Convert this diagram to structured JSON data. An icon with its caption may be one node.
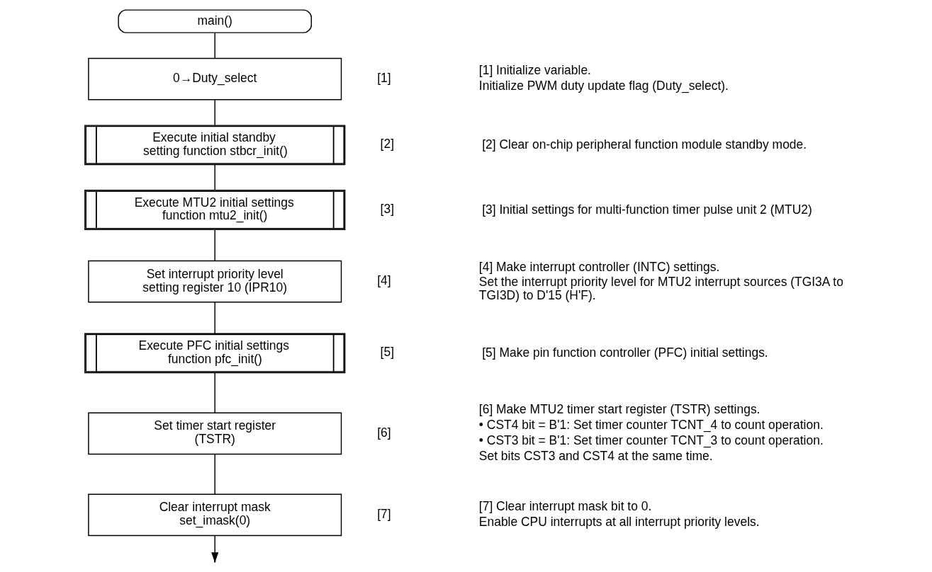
{
  "diagram": {
    "nodes": [
      {
        "text": [
          "main()"
        ]
      },
      {
        "text": [
          "0→Duty_select"
        ],
        "beside": [
          "[1]"
        ]
      },
      {
        "text": [
          "Execute initial standby setting function stbcr_init()"
        ],
        "beside": [
          "[2]"
        ]
      },
      {
        "text": [
          "Execute MTU2 initial settings function mtu2_init()"
        ],
        "beside": [
          "[3]"
        ]
      },
      {
        "text": [
          "Set interrupt priority level setting register 10 (IPR10)"
        ],
        "beside": [
          "[4]"
        ]
      },
      {
        "text": [
          "Execute PFC initial settings function pfc_init()"
        ],
        "beside": [
          "[5]"
        ]
      },
      {
        "text": [
          "Set timer start register (TSTR)"
        ],
        "beside": [
          "[6]"
        ]
      },
      {
        "text": [
          "Clear interrupt mask set_imask(0)"
        ],
        "beside": [
          "[7]"
        ]
      }
    ],
    "edges": [
      {
        "from": 0,
        "to": 1,
        "arrow": "none"
      },
      {
        "from": 1,
        "to": 2,
        "arrow": "none"
      },
      {
        "from": 2,
        "to": 3,
        "arrow": "none"
      },
      {
        "from": 3,
        "to": 4,
        "arrow": "none"
      },
      {
        "from": 4,
        "to": 5,
        "arrow": "none"
      },
      {
        "from": 5,
        "to": 6,
        "arrow": "none"
      },
      {
        "from": 6,
        "to": 7,
        "arrow": "none"
      },
      {
        "from": 7,
        "to": null,
        "arrow": "to"
      }
    ],
    "labels": [
      "[1] Initialize variable.",
      "Initialize PWM duty update flag (Duty_select).",
      "[2] Clear on-chip peripheral function module standby mode.",
      "[3] Initial settings for multi-function timer pulse unit 2 (MTU2)",
      "[4] Make interrupt controller (INTC) settings.",
      "Set the interrupt priority level for MTU2 interrupt sources (TGI3A to TGI3D) to D'15 (H'F).",
      "[5] Make pin function controller (PFC) initial settings.",
      "[6] Make MTU2 timer start register (TSTR) settings.",
      "• CST4 bit = B'1: Set timer counter TCNT_4 to count operation.",
      "• CST3 bit = B'1: Set timer counter TCNT_3 to count operation.",
      "Set bits CST3 and CST4 at the same time.",
      "[7] Clear interrupt mask bit to 0.",
      "Enable CPU interrupts at all interrupt priority levels."
    ]
  }
}
